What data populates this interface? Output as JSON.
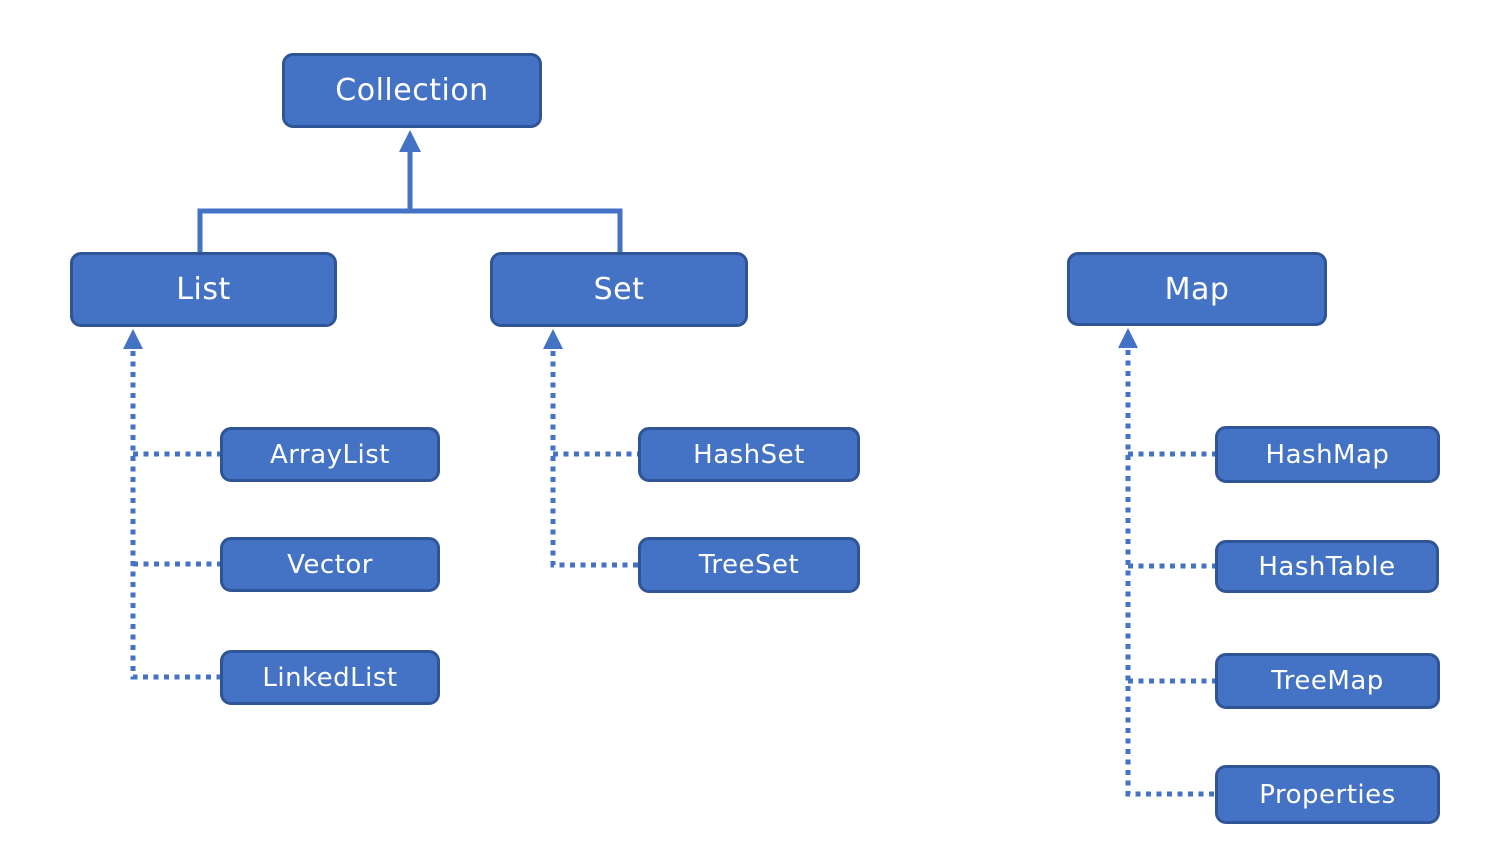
{
  "nodes": {
    "collection": "Collection",
    "list": "List",
    "set": "Set",
    "map": "Map",
    "arraylist": "ArrayList",
    "vector": "Vector",
    "linkedlist": "LinkedList",
    "hashset": "HashSet",
    "treeset": "TreeSet",
    "hashmap": "HashMap",
    "hashtable": "HashTable",
    "treemap": "TreeMap",
    "properties": "Properties"
  },
  "hierarchy": [
    {
      "parent": "Collection",
      "children": [
        "List",
        "Set"
      ],
      "edge_style": "solid",
      "arrow": "points-to-parent"
    },
    {
      "parent": "List",
      "children": [
        "ArrayList",
        "Vector",
        "LinkedList"
      ],
      "edge_style": "dotted",
      "arrow": "points-to-parent"
    },
    {
      "parent": "Set",
      "children": [
        "HashSet",
        "TreeSet"
      ],
      "edge_style": "dotted",
      "arrow": "points-to-parent"
    },
    {
      "parent": "Map",
      "children": [
        "HashMap",
        "HashTable",
        "TreeMap",
        "Properties"
      ],
      "edge_style": "dotted",
      "arrow": "points-to-parent"
    }
  ],
  "colors": {
    "node_fill": "#4472C4",
    "node_border": "#2F5597",
    "connector": "#4472C4",
    "text": "#FFFFFF",
    "background": "#FFFFFF"
  }
}
